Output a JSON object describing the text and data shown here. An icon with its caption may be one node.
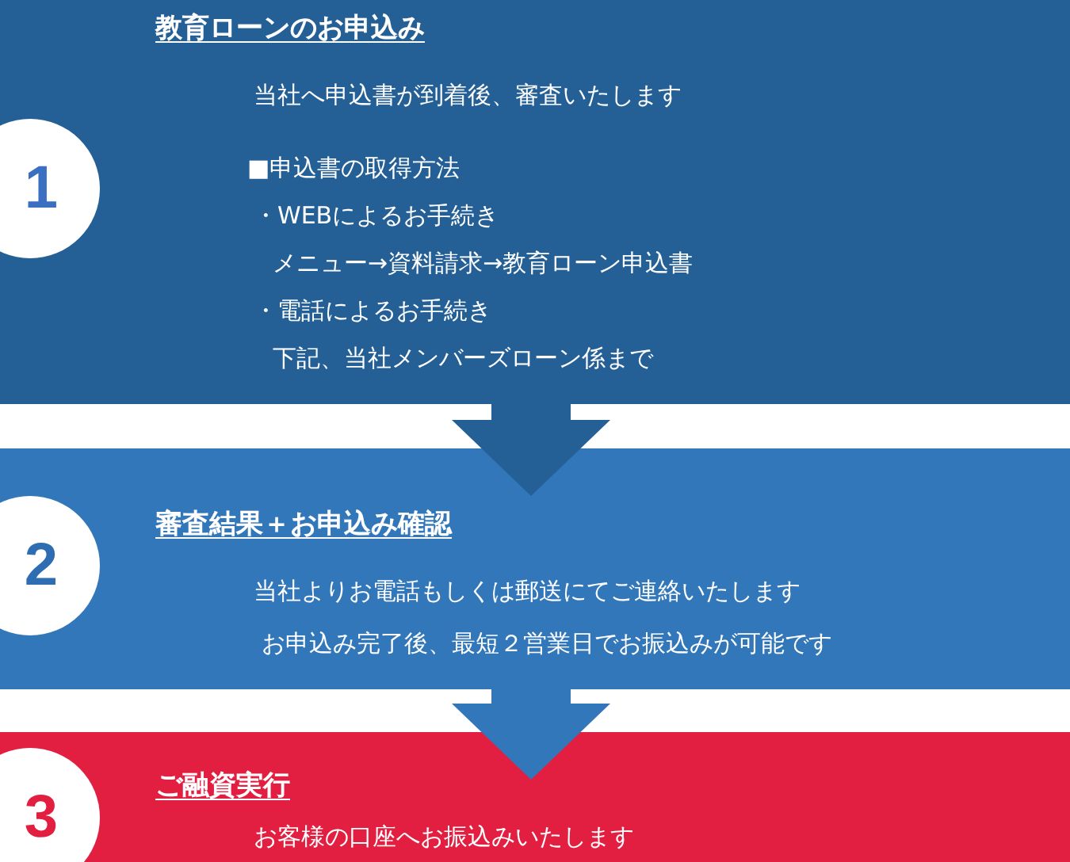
{
  "diagram": {
    "nodes": [
      {
        "text": [
          "教育ローンのお申込み",
          "当社へ申込書が到着後、審査いたします",
          "■申込書の取得方法",
          "・WEBによるお手続き",
          "メニュー→資料請求→教育ローン申込書",
          "・電話によるお手続き",
          "下記、当社メンバーズローン係まで"
        ]
      },
      {
        "text": [
          "1"
        ]
      },
      {
        "text": [
          "審査結果＋お申込み確認",
          "当社よりお電話もしくは郵送にてご連絡いたします",
          "お申込み完了後、最短２営業日でお振込みが可能です"
        ]
      },
      {
        "text": [
          "2"
        ]
      },
      {
        "text": [
          "ご融資実行",
          "お客様の口座へお振込みいたします"
        ]
      },
      {
        "text": [
          "3"
        ]
      }
    ],
    "edges": [
      {
        "from": 0,
        "to": 2,
        "arrow": "to",
        "color": "#246096"
      },
      {
        "from": 2,
        "to": 4,
        "arrow": "to",
        "color": "#3277ba"
      }
    ]
  }
}
